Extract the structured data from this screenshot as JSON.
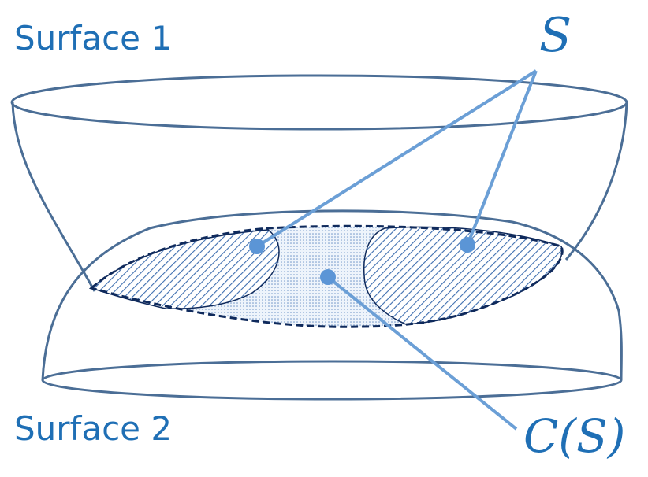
{
  "labels": {
    "surface1": "Surface 1",
    "surface2": "Surface 2",
    "s": "S",
    "cs": "C(S)"
  },
  "colors": {
    "text": "#1f6fb5",
    "surface_stroke": "#4b6e96",
    "region_border": "#0f2a5c",
    "hatch": "#3f6fb0",
    "dots": "#6f95c8",
    "pointer": "#6b9fd6",
    "marker": "#5b95d6"
  }
}
